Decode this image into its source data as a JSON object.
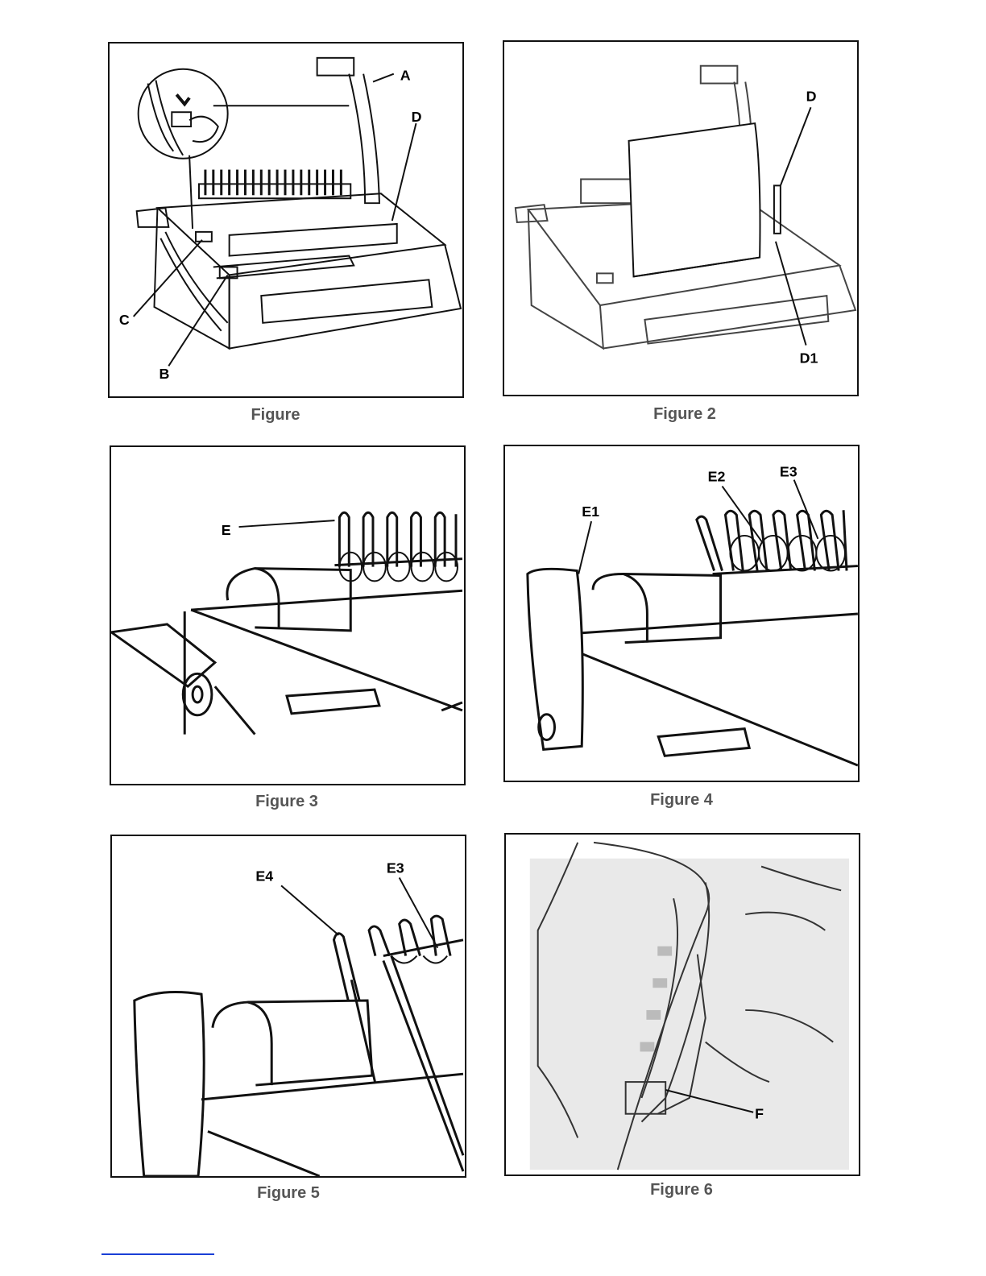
{
  "figures": [
    {
      "caption": "Figure",
      "labels": {
        "a": "A",
        "d": "D",
        "c": "C",
        "b": "B"
      }
    },
    {
      "caption": "Figure 2",
      "labels": {
        "d": "D",
        "d1": "D1"
      }
    },
    {
      "caption": "Figure 3",
      "labels": {
        "e": "E"
      }
    },
    {
      "caption": "Figure 4",
      "labels": {
        "e1": "E1",
        "e2": "E2",
        "e3": "E3"
      }
    },
    {
      "caption": "Figure 5",
      "labels": {
        "e4": "E4",
        "e3": "E3"
      }
    },
    {
      "caption": "Figure 6",
      "labels": {
        "f": "F"
      }
    }
  ]
}
